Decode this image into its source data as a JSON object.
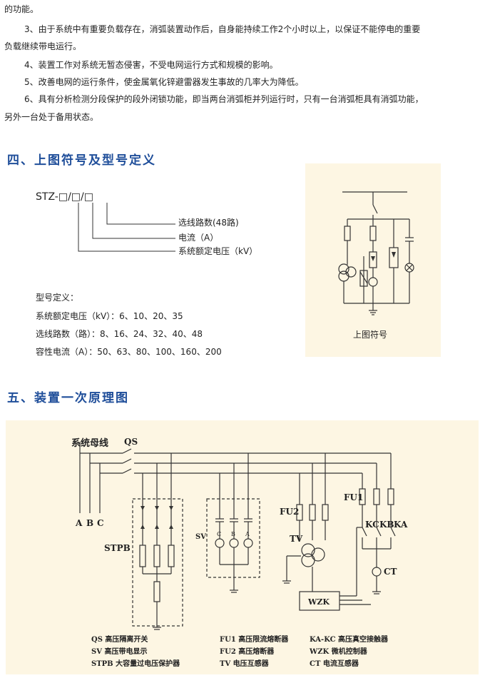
{
  "intro": {
    "l1": "的功能。",
    "l2": "3、由于系统中有重要负载存在，消弧装置动作后，自身能持续工作2个小时以上，以保证不能停电的重要",
    "l3": "负载继续带电运行。",
    "l4": "4、装置工作对系统无暂态侵害，不受电网运行方式和规模的影响。",
    "l5": "5、改善电网的运行条件，使金属氧化锌避雷器发生事故的几率大为降低。",
    "l6": "6、具有分析检测分段保护的段外闭锁功能，即当两台消弧柜并列运行时，只有一台消弧柜具有消弧功能，",
    "l7": "另外一台处于备用状态。"
  },
  "section4": {
    "title": "四、上图符号及型号定义",
    "model": "STZ-□/□/□",
    "line1": "选线路数(48路)",
    "line2": "电流（A）",
    "line3": "系统额定电压（kV）",
    "def_title": "型号定义：",
    "def1": "系统额定电压（kV）：6、10、20、35",
    "def2": "选线路数（路）：8、16、24、32、40、48",
    "def3": "容性电流（A）：50、63、80、100、160、200",
    "symbol_caption": "上图符号"
  },
  "section5": {
    "title": "五、装置一次原理图",
    "labels": {
      "bus": "系统母线",
      "qs": "QS",
      "a": "A",
      "b": "B",
      "c": "C",
      "stpb": "STPB",
      "sv": "SV",
      "ca": "C",
      "cb": "B",
      "cc": "A",
      "fu2": "FU2",
      "fu1": "FU1",
      "tv": "TV",
      "kc": "KC",
      "kb": "KB",
      "ka": "KA",
      "ct": "CT",
      "wzk": "WZK"
    },
    "legend": [
      "QS 高压隔离开关",
      "SV 高压带电显示",
      "STPB 大容量过电压保护器",
      "FU1 高压限流熔断器",
      "FU2 高压熔断器",
      "TV 电压互感器",
      "KA-KC 高压真空接触器",
      "WZK 微机控制器",
      "CT 电流互感器"
    ]
  },
  "colors": {
    "heading": "#1f4e9a",
    "panel": "#fdf6e3"
  }
}
